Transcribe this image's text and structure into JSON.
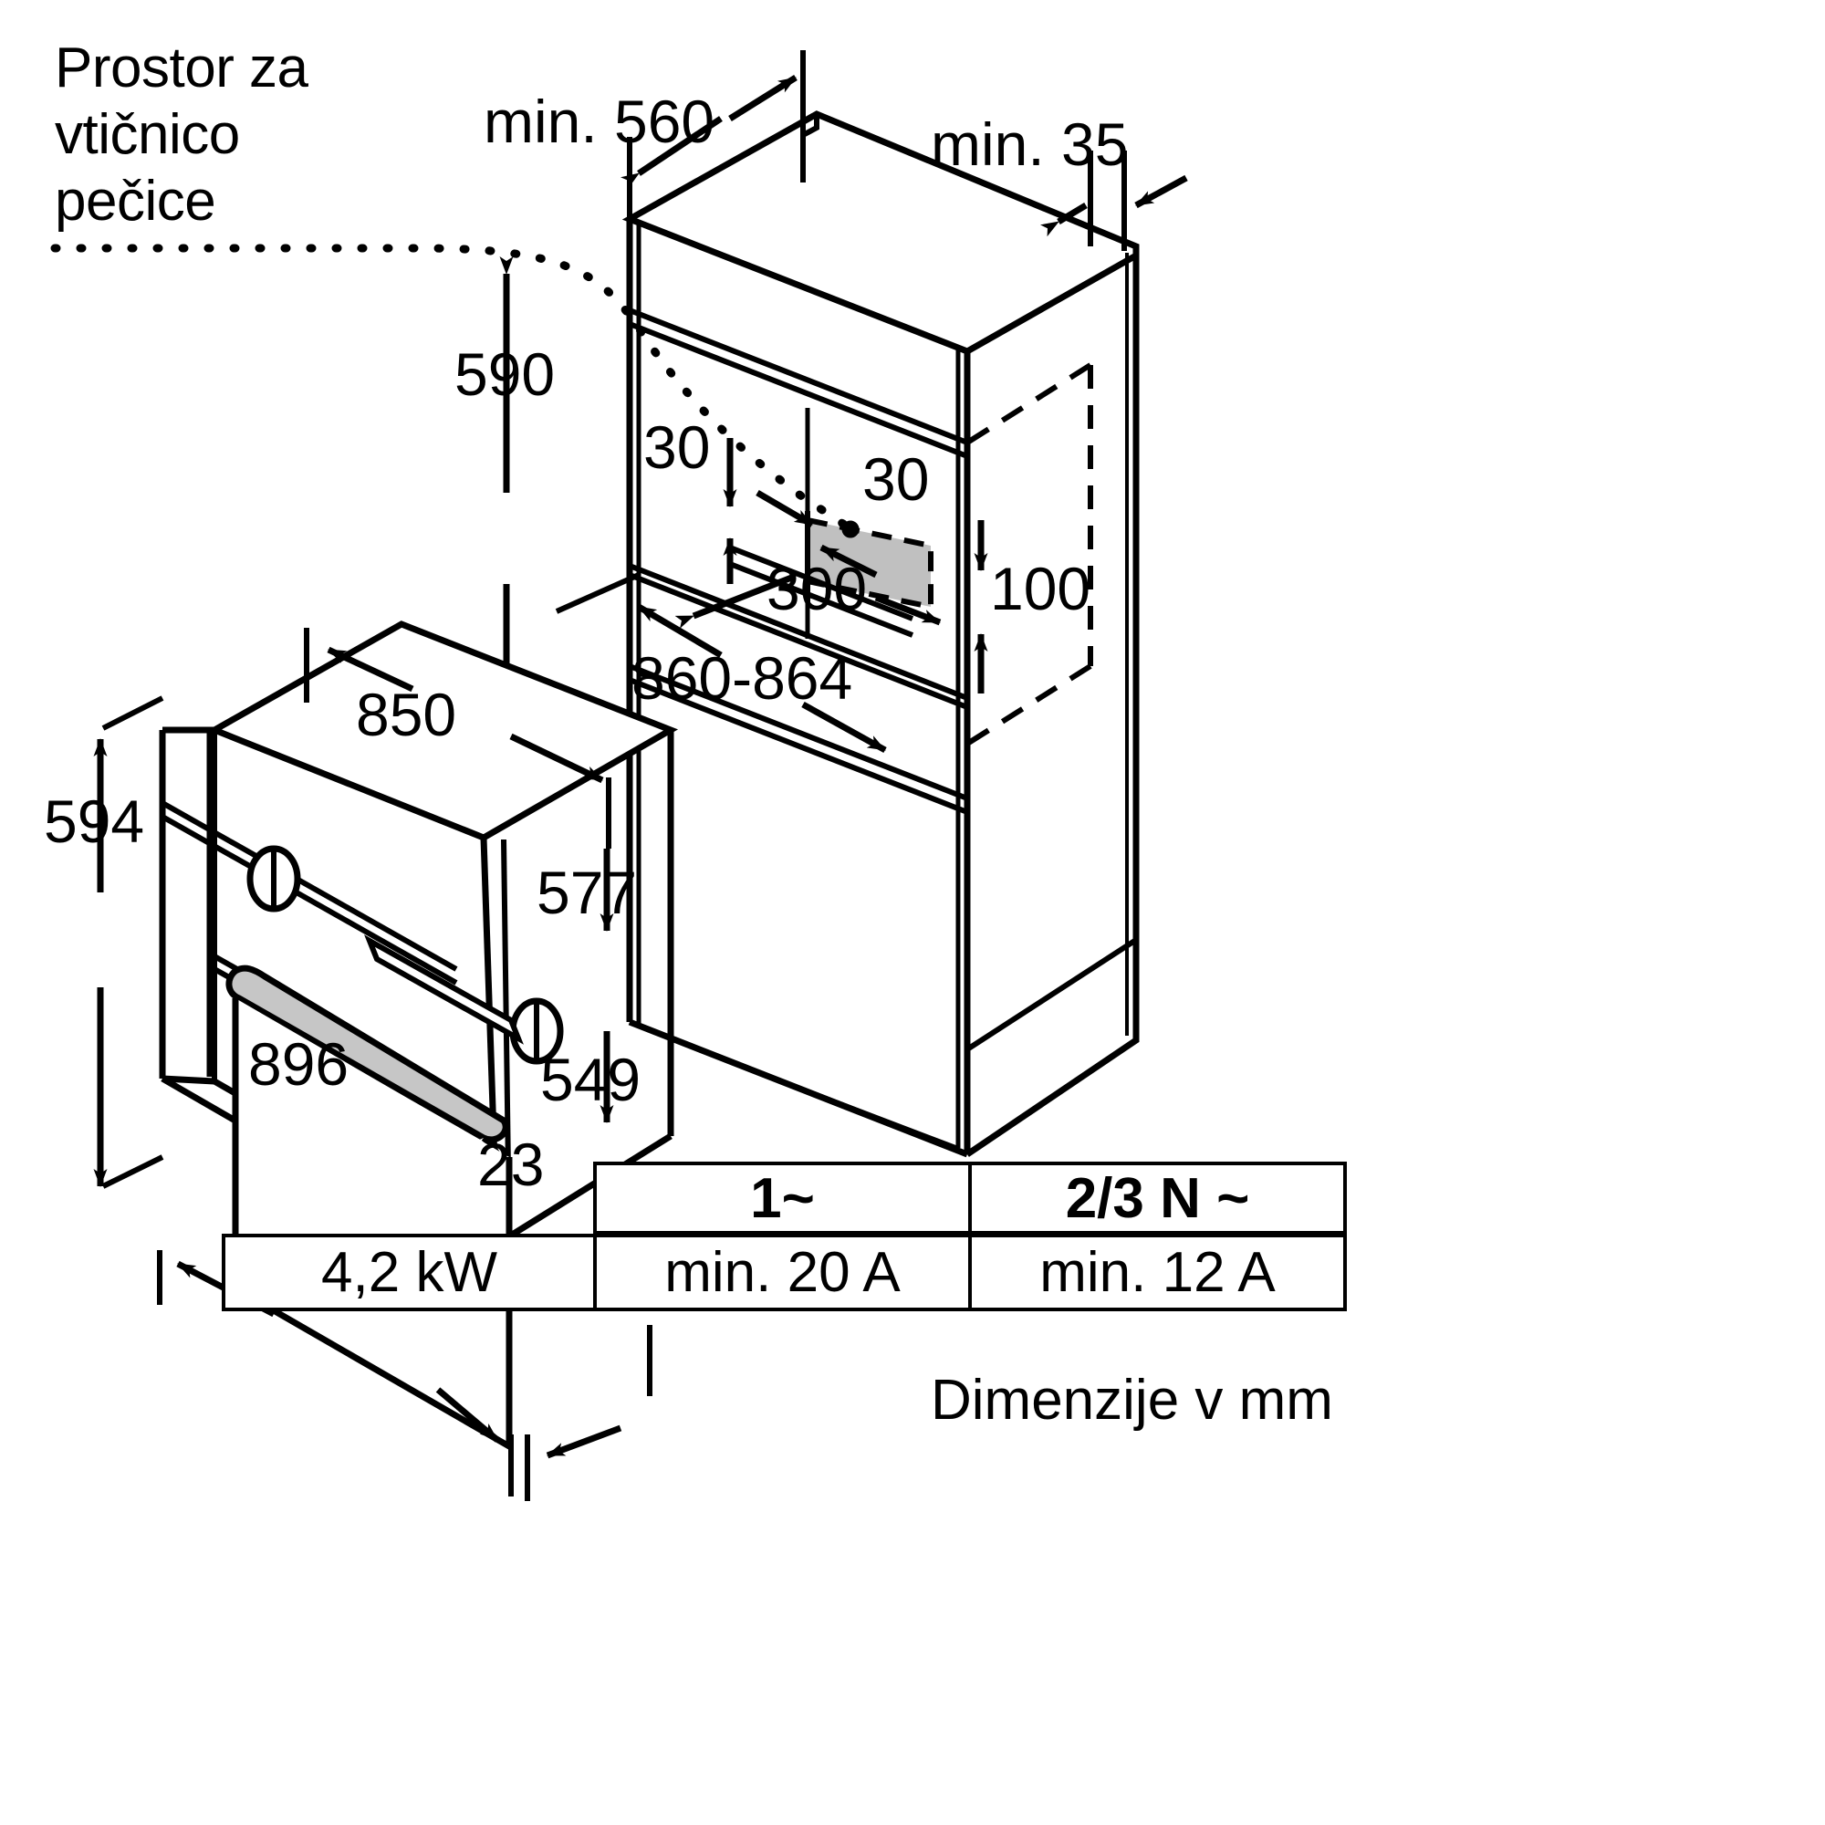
{
  "diagram": {
    "title_note": "Prostor za\nvtičnico\npečice",
    "caption": "Dimenzije v mm",
    "unit": "mm",
    "accent_gray": "#c0c0c0",
    "line_color": "#000000"
  },
  "dimensions": {
    "niche_depth_min": "min. 560",
    "niche_side_min": "min. 35",
    "niche_height": "590",
    "socket_offset_left": "30",
    "socket_offset_right": "30",
    "socket_width": "300",
    "socket_height": "100",
    "niche_width": "860-864",
    "oven_width_top": "850",
    "oven_front_height": "594",
    "oven_body_depth": "577",
    "oven_front_width": "896",
    "oven_depth": "549",
    "oven_front_thickness": "23"
  },
  "electrical_table": {
    "power": "4,2 kW",
    "columns": [
      {
        "header": "1~",
        "value": "min. 20 A"
      },
      {
        "header": "2/3 N ~",
        "value": "min. 12 A"
      }
    ]
  },
  "icons": {
    "arrow": "dimension-arrow-icon",
    "socket": "socket-outlet-icon"
  }
}
